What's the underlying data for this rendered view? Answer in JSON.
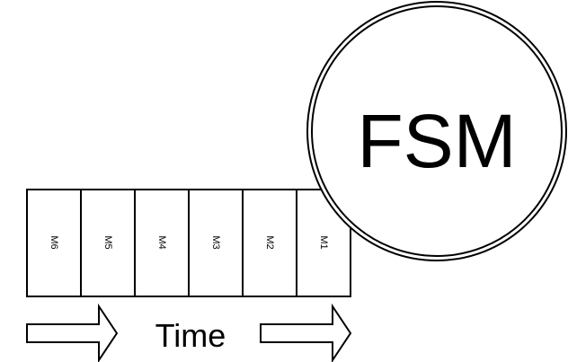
{
  "diagram": {
    "queue": {
      "slots": [
        "M6",
        "M5",
        "M4",
        "M3",
        "M2",
        "M1"
      ]
    },
    "fsm": {
      "label": "FSM"
    },
    "time": {
      "label": "Time"
    }
  }
}
